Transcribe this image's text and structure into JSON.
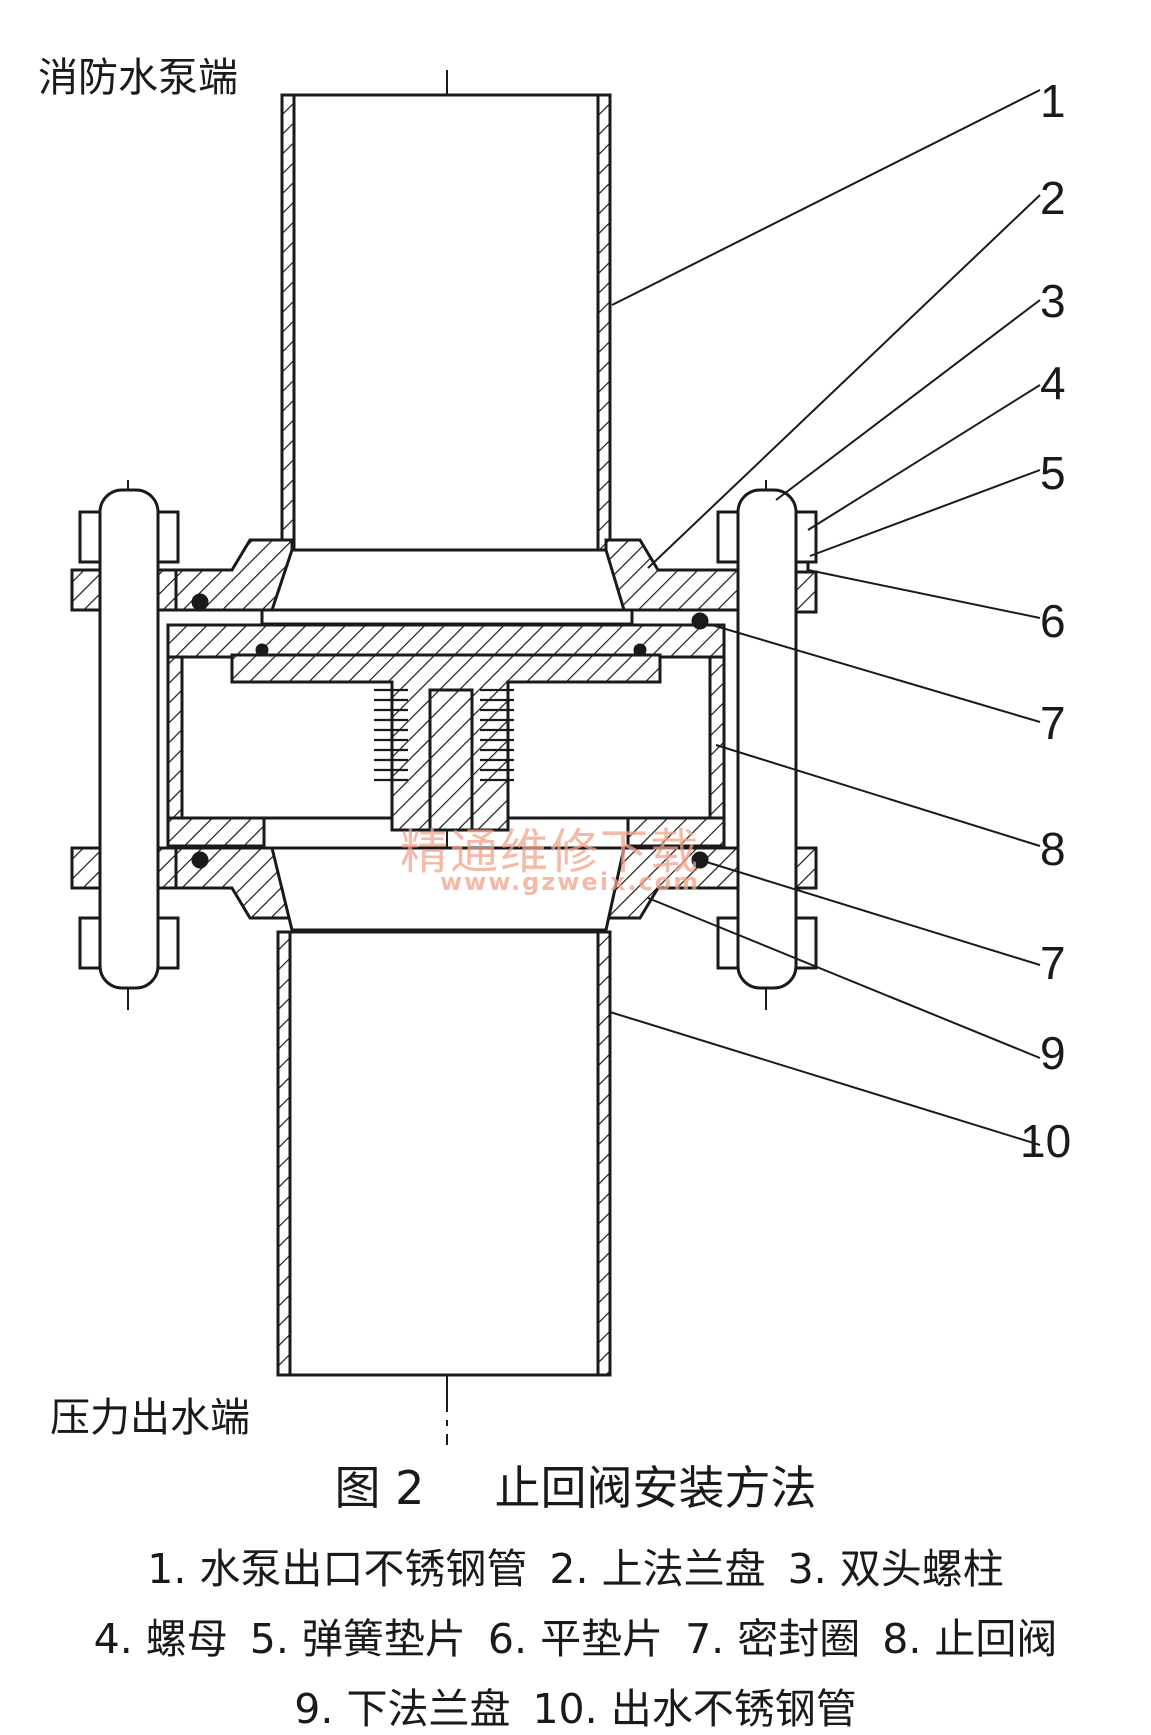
{
  "labels": {
    "top_end": "消防水泵端",
    "bottom_end": "压力出水端"
  },
  "callouts": [
    "1",
    "2",
    "3",
    "4",
    "5",
    "6",
    "7",
    "8",
    "7",
    "9",
    "10"
  ],
  "figure": {
    "number": "图 2",
    "title": "止回阀安装方法"
  },
  "legend": [
    "1. 水泵出口不锈钢管",
    "2. 上法兰盘",
    "3. 双头螺柱",
    "4. 螺母",
    "5. 弹簧垫片",
    "6. 平垫片",
    "7. 密封圈",
    "8. 止回阀",
    "9. 下法兰盘",
    "10. 出水不锈钢管"
  ],
  "watermark": {
    "text": "精通维修下载",
    "url": "www.gzweix.com"
  },
  "colors": {
    "line": "#1a1a1a",
    "watermark": "#f2a38a"
  }
}
